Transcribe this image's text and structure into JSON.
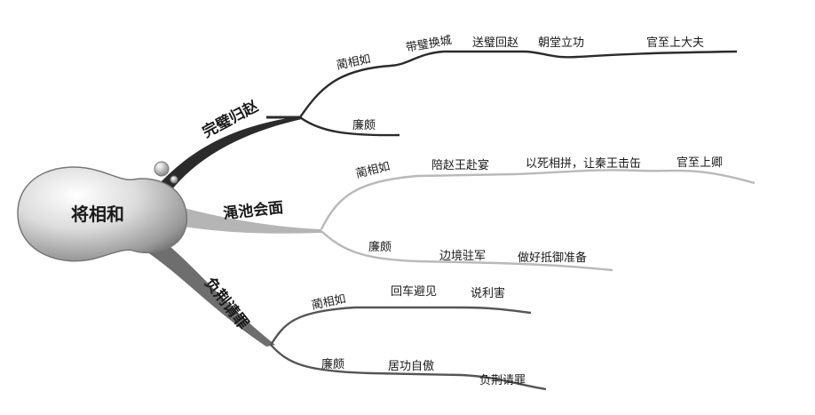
{
  "root": "将相和",
  "branches": [
    {
      "title": "完璧归赵",
      "children": [
        {
          "name": "蔺相如",
          "events": [
            "带璧换城",
            "送璧回赵",
            "朝堂立功",
            "官至上大夫"
          ]
        },
        {
          "name": "廉颇",
          "events": []
        }
      ]
    },
    {
      "title": "渑池会面",
      "children": [
        {
          "name": "蔺相如",
          "events": [
            "陪赵王赴宴",
            "以死相拼，让秦王击缶",
            "官至上卿"
          ]
        },
        {
          "name": "廉颇",
          "events": [
            "边境驻军",
            "做好抵御准备"
          ]
        }
      ]
    },
    {
      "title": "负荆请罪",
      "children": [
        {
          "name": "蔺相如",
          "events": [
            "回车避见",
            "说利害"
          ]
        },
        {
          "name": "廉颇",
          "events": [
            "居功自傲",
            "负荆请罪"
          ]
        }
      ]
    }
  ]
}
